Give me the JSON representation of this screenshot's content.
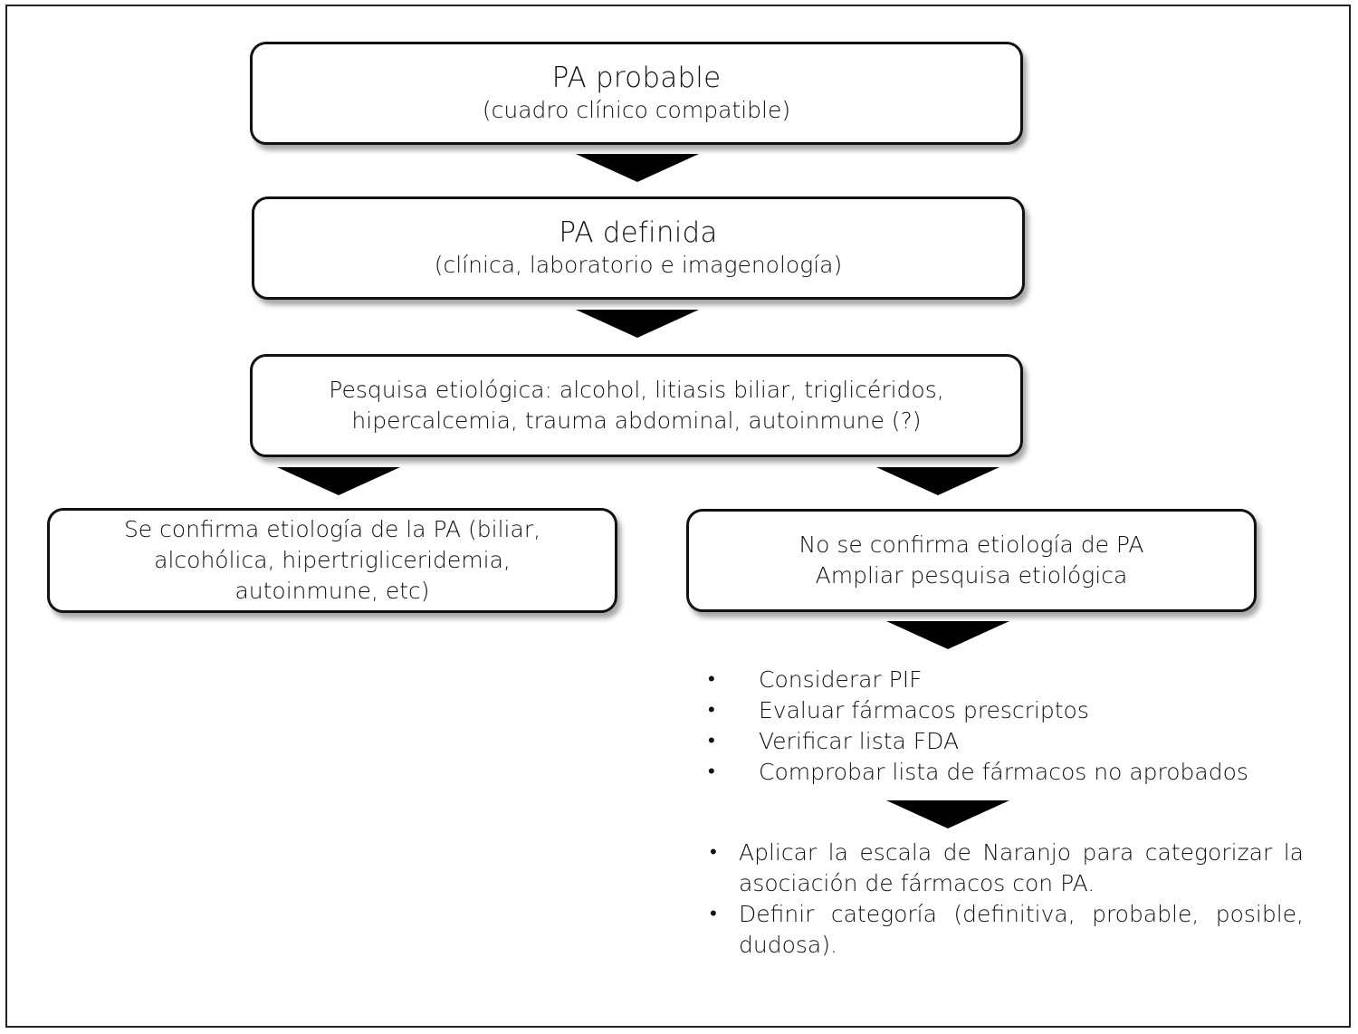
{
  "diagram": {
    "type": "flowchart",
    "nodes": {
      "probable": {
        "title": "PA probable",
        "subtitle": "(cuadro clínico compatible)"
      },
      "definida": {
        "title": "PA definida",
        "subtitle": "(clínica, laboratorio e imagenología)"
      },
      "pesquisa": {
        "lines": [
          "Pesquisa etiológica: alcohol, litiasis biliar, triglicéridos,",
          "hipercalcemia, trauma abdominal, autoinmune (?)"
        ]
      },
      "confirma": {
        "lines": [
          "Se confirma etiología de la PA (biliar,",
          "alcohólica, hipertrigliceridemia,",
          "autoinmune, etc)"
        ]
      },
      "no_confirma": {
        "lines": [
          "No se confirma etiología de PA",
          "Ampliar pesquisa etiológica"
        ]
      }
    },
    "steps_list": {
      "bullet": "•",
      "items": [
        "Considerar PIF",
        "Evaluar fármacos prescriptos",
        "Verificar lista FDA",
        "Comprobar lista de fármacos no aprobados"
      ]
    },
    "final_list": {
      "bullet": "•",
      "items": [
        "Aplicar la escala de Naranjo para categorizar la asociación de fármacos con PA.",
        "Definir categoría (definitiva, probable, posible, dudosa)."
      ]
    },
    "edges": [
      {
        "from": "probable",
        "to": "definida"
      },
      {
        "from": "definida",
        "to": "pesquisa"
      },
      {
        "from": "pesquisa",
        "to": "confirma"
      },
      {
        "from": "pesquisa",
        "to": "no_confirma"
      },
      {
        "from": "no_confirma",
        "to": "steps_list"
      },
      {
        "from": "steps_list",
        "to": "final_list"
      }
    ],
    "colors": {
      "border": "#111111",
      "arrow": "#000000",
      "background": "#ffffff",
      "text": "#111111"
    }
  }
}
